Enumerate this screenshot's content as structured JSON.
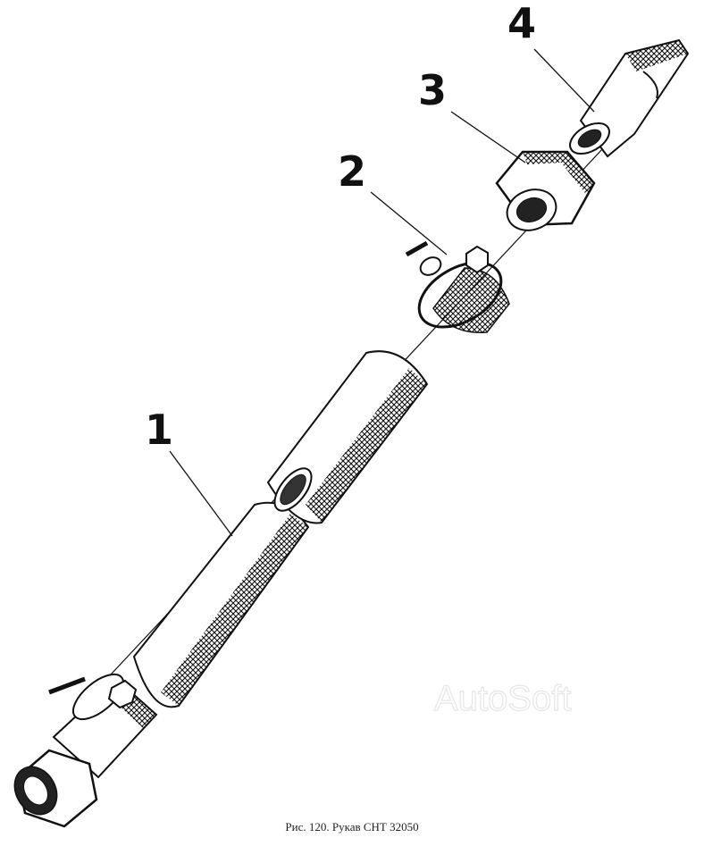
{
  "figure": {
    "caption": "Рис. 120. Рукав СНТ 32050",
    "watermark": "AutoSoft",
    "callouts": [
      {
        "id": "1",
        "label": "1"
      },
      {
        "id": "2",
        "label": "2"
      },
      {
        "id": "3",
        "label": "3"
      },
      {
        "id": "4",
        "label": "4"
      }
    ]
  },
  "colors": {
    "ink": "#111111",
    "background": "#ffffff",
    "watermark": "#e6e6e6"
  }
}
